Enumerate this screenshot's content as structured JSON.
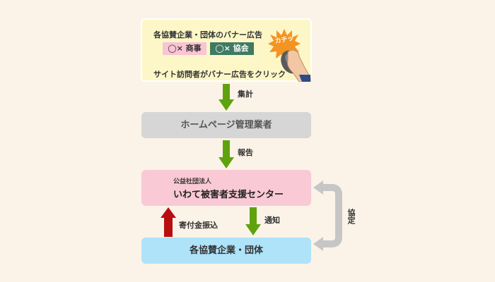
{
  "top": {
    "title": "各協賛企業・団体のバナー広告",
    "banner_a": "◯× 商事",
    "banner_b": "◯× 協会",
    "burst_text": "カチッ",
    "caption": "サイト訪問者がバナー広告をクリック"
  },
  "steps": {
    "aggregate_label": "集計",
    "vendor": "ホームページ管理業者",
    "report_label": "報告",
    "center_sub": "公益社団法人",
    "center_main": "いわて被害者支援センター",
    "notify_label": "通知",
    "transfer_label": "寄付金振込",
    "agreement_label": "協定",
    "sponsors": "各協賛企業・団体"
  },
  "colors": {
    "background": "#fbf3e7",
    "top_box": "#fdf7c8",
    "vendor_box": "#d6d6d6",
    "center_box": "#f9c9d6",
    "sponsors_box": "#aee3f9",
    "green_arrow": "#5ea30e",
    "red_arrow": "#b70f0f",
    "gray_arrow": "#c6c6c6",
    "burst": "#f49422"
  }
}
